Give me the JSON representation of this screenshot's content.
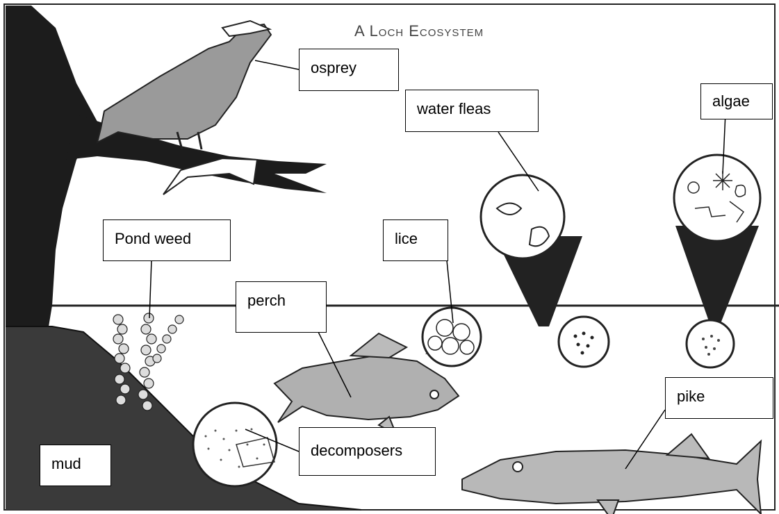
{
  "title": "A Loch Ecosystem",
  "labels": {
    "osprey": "osprey",
    "water_fleas": "water fleas",
    "algae": "algae",
    "pond_weed": "Pond weed",
    "lice": "lice",
    "perch": "perch",
    "pike": "pike",
    "mud": "mud",
    "decomposers": "decomposers"
  }
}
